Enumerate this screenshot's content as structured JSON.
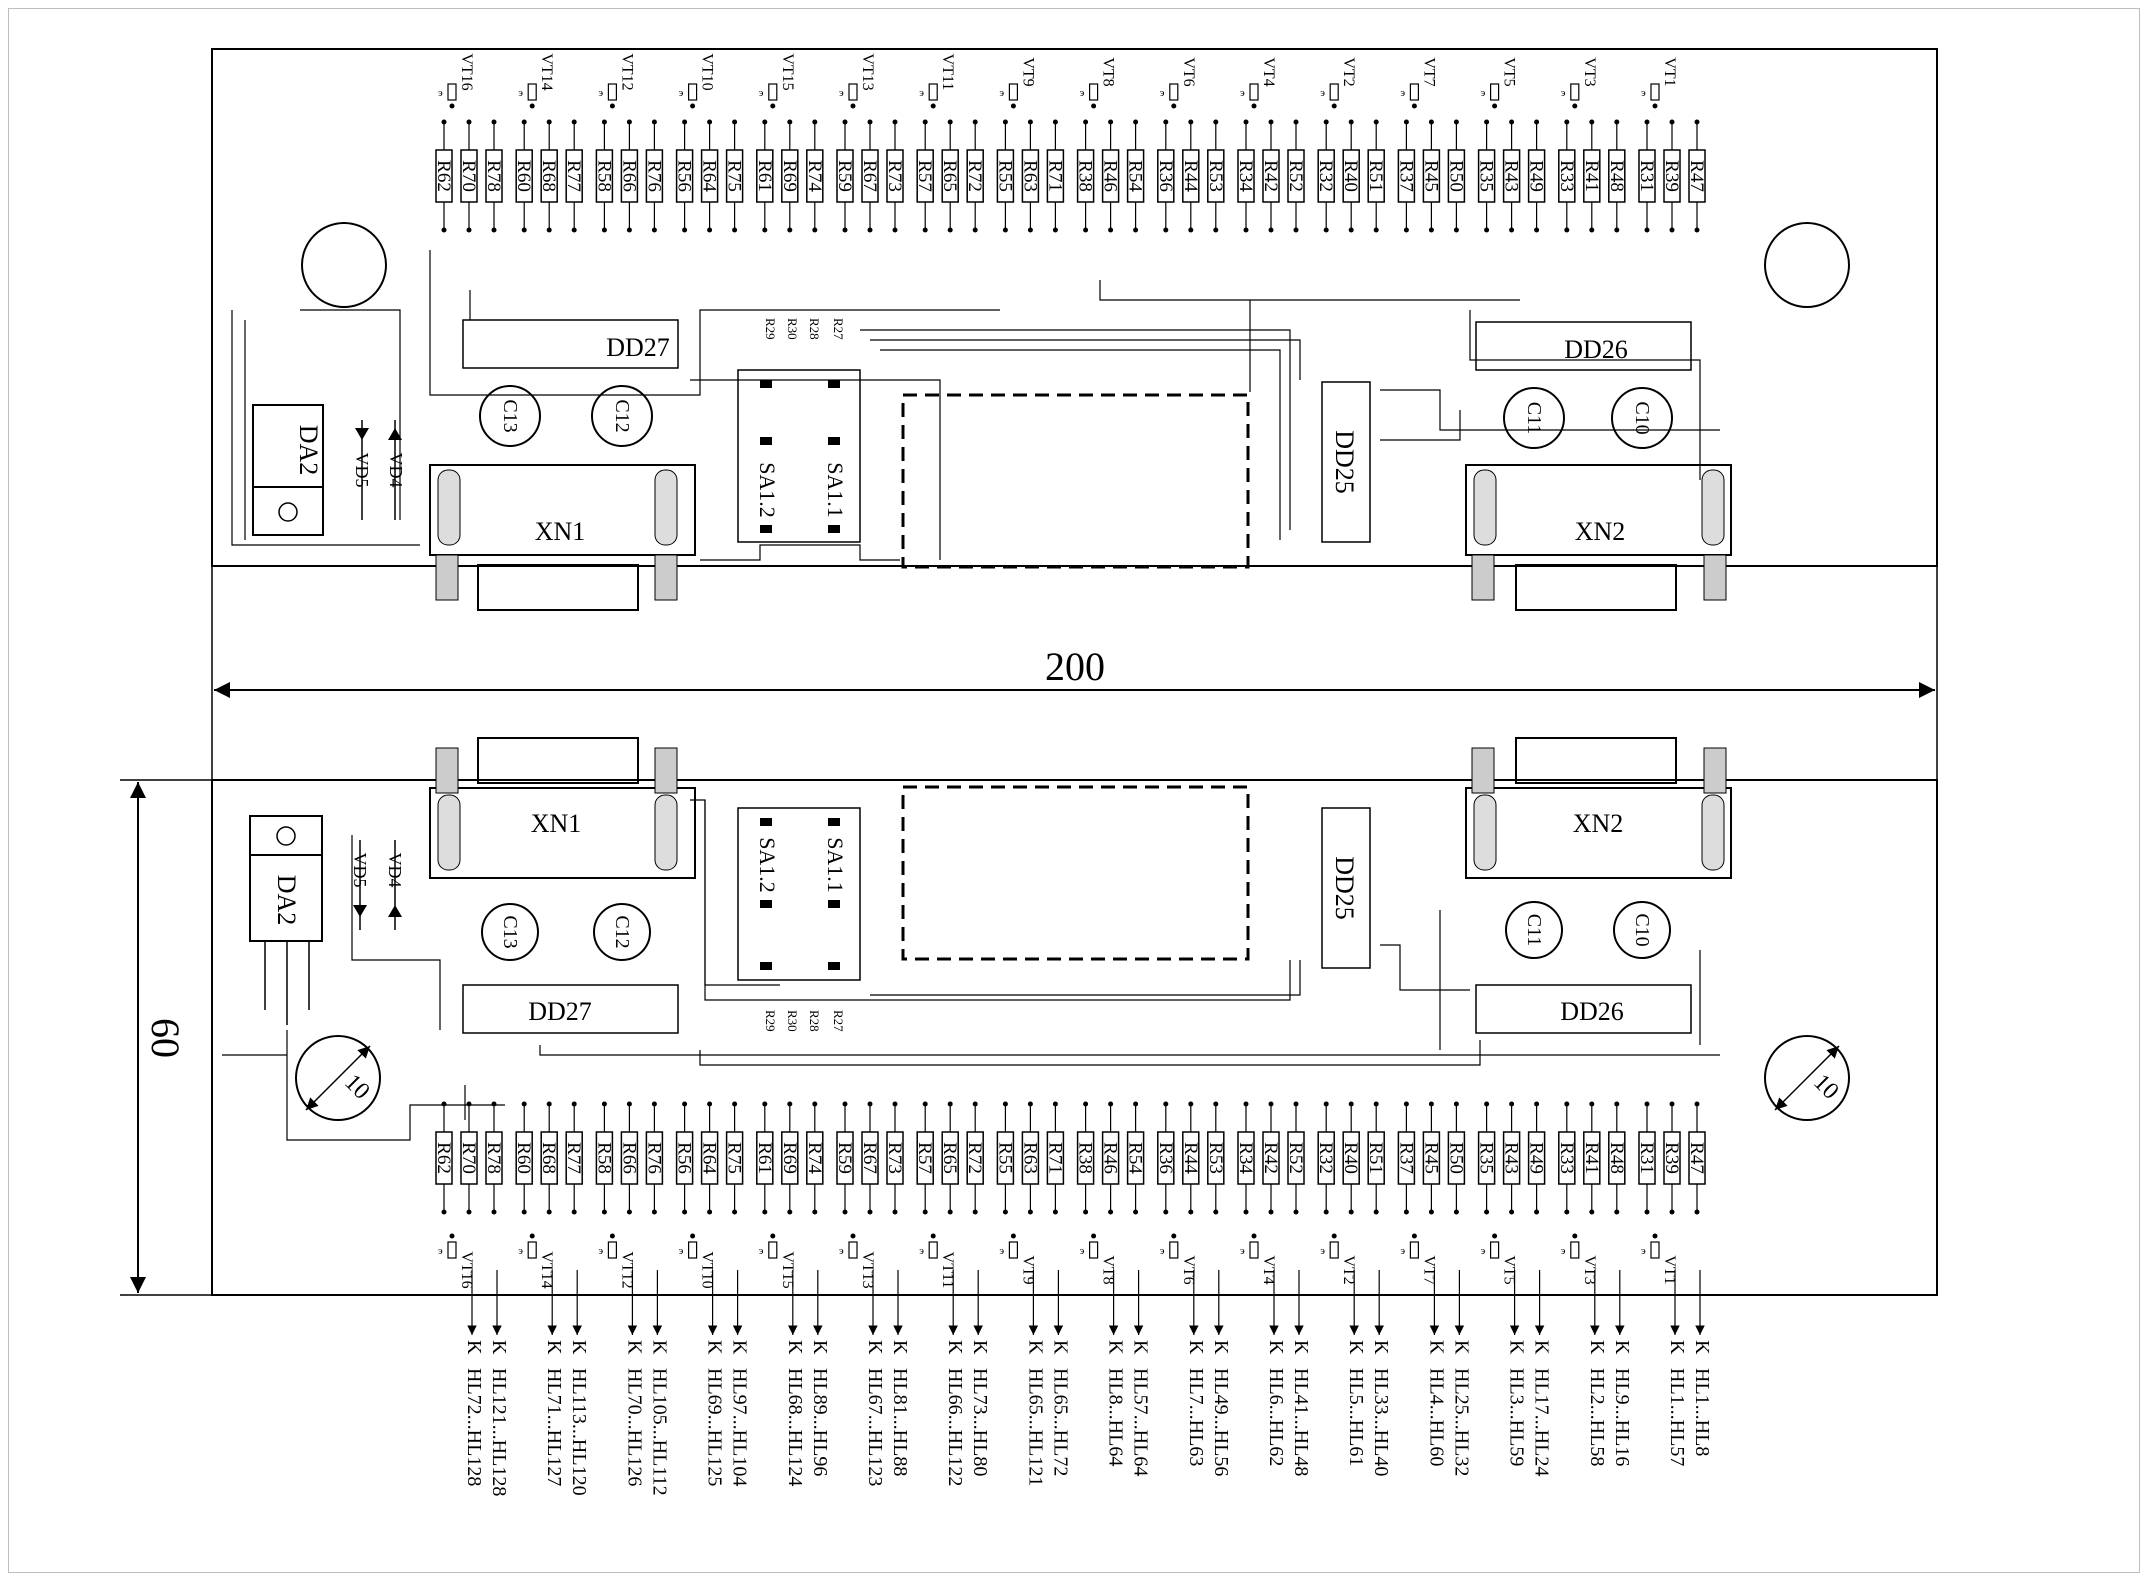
{
  "dimensions": {
    "width": "200",
    "height": "60",
    "hole": "10"
  },
  "components": {
    "regulator": "DA2",
    "diodes": [
      "VD4",
      "VD5"
    ],
    "capacitors": [
      "C13",
      "C12",
      "C11",
      "C10"
    ],
    "chips": [
      "DD27",
      "DD26",
      "DD25"
    ],
    "connectors": [
      "XN1",
      "XN2"
    ],
    "switches": [
      "SA1.2",
      "SA1.1"
    ],
    "small_resistors": [
      "R29",
      "R30",
      "R28",
      "R27"
    ]
  },
  "resistors": [
    "R62",
    "R70",
    "R78",
    "R60",
    "R68",
    "R77",
    "R58",
    "R66",
    "R76",
    "R56",
    "R64",
    "R75",
    "R61",
    "R69",
    "R74",
    "R59",
    "R67",
    "R73",
    "R57",
    "R65",
    "R72",
    "R55",
    "R63",
    "R71",
    "R38",
    "R46",
    "R54",
    "R36",
    "R44",
    "R53",
    "R34",
    "R42",
    "R52",
    "R32",
    "R40",
    "R51",
    "R37",
    "R45",
    "R50",
    "R35",
    "R43",
    "R49",
    "R33",
    "R41",
    "R48",
    "R31",
    "R39",
    "R47"
  ],
  "transistors": [
    "VT16",
    "VT14",
    "VT12",
    "VT10",
    "VT15",
    "VT13",
    "VT11",
    "VT9",
    "VT8",
    "VT6",
    "VT4",
    "VT2",
    "VT7",
    "VT5",
    "VT3",
    "VT1"
  ],
  "transistor_pins": {
    "collector": "к",
    "base": "б",
    "emitter": "э"
  },
  "outputs": [
    {
      "a": "K",
      "b": "HL72...HL128",
      "c": "K",
      "d": "HL121...HL128"
    },
    {
      "a": "K",
      "b": "HL71...HL127",
      "c": "K",
      "d": "HL113...HL120"
    },
    {
      "a": "K",
      "b": "HL70...HL126",
      "c": "K",
      "d": "HL105...HL112"
    },
    {
      "a": "K",
      "b": "HL69...HL125",
      "c": "K",
      "d": "HL97...HL104"
    },
    {
      "a": "K",
      "b": "HL68...HL124",
      "c": "K",
      "d": "HL89...HL96"
    },
    {
      "a": "K",
      "b": "HL67...HL123",
      "c": "K",
      "d": "HL81...HL88"
    },
    {
      "a": "K",
      "b": "HL66...HL122",
      "c": "K",
      "d": "HL73...HL80"
    },
    {
      "a": "K",
      "b": "HL65...HL121",
      "c": "K",
      "d": "HL65...HL72"
    },
    {
      "a": "K",
      "b": "HL8...HL64",
      "c": "K",
      "d": "HL57...HL64"
    },
    {
      "a": "K",
      "b": "HL7...HL63",
      "c": "K",
      "d": "HL49...HL56"
    },
    {
      "a": "K",
      "b": "HL6...HL62",
      "c": "K",
      "d": "HL41...HL48"
    },
    {
      "a": "K",
      "b": "HL5...HL61",
      "c": "K",
      "d": "HL33...HL40"
    },
    {
      "a": "K",
      "b": "HL4...HL60",
      "c": "K",
      "d": "HL25...HL32"
    },
    {
      "a": "K",
      "b": "HL3...HL59",
      "c": "K",
      "d": "HL17...HL24"
    },
    {
      "a": "K",
      "b": "HL2...HL58",
      "c": "K",
      "d": "HL9...HL16"
    },
    {
      "a": "K",
      "b": "HL1...HL57",
      "c": "K",
      "d": "HL1...HL8"
    }
  ]
}
